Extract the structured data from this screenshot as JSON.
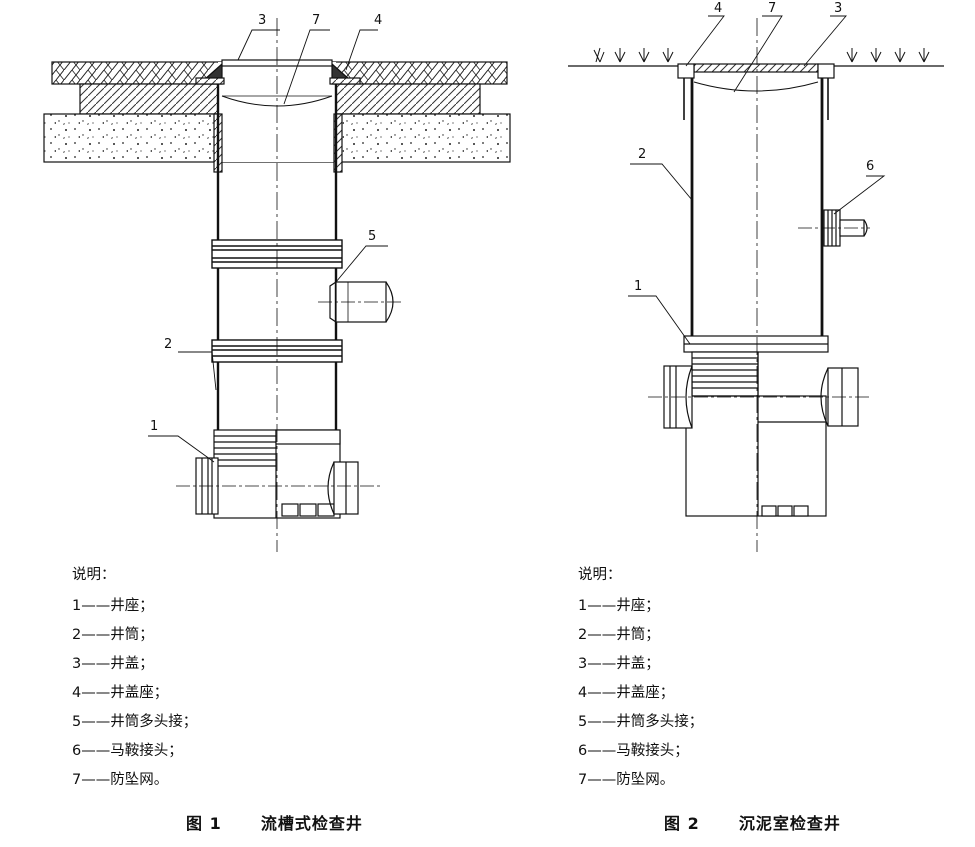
{
  "figures": [
    {
      "number": "图 1",
      "title": "流槽式检查井",
      "callouts": [
        "1",
        "2",
        "3",
        "4",
        "5",
        "7"
      ]
    },
    {
      "number": "图 2",
      "title": "沉泥室检查井",
      "callouts": [
        "1",
        "2",
        "3",
        "4",
        "6",
        "7"
      ]
    }
  ],
  "legend": {
    "heading": "说明：",
    "items": [
      {
        "num": "1",
        "dash": "——",
        "text": "井座；"
      },
      {
        "num": "2",
        "dash": "——",
        "text": "井筒；"
      },
      {
        "num": "3",
        "dash": "——",
        "text": "井盖；"
      },
      {
        "num": "4",
        "dash": "——",
        "text": "井盖座；"
      },
      {
        "num": "5",
        "dash": "——",
        "text": "井筒多头接；"
      },
      {
        "num": "6",
        "dash": "——",
        "text": "马鞍接头；"
      },
      {
        "num": "7",
        "dash": "——",
        "text": "防坠网。"
      }
    ]
  }
}
